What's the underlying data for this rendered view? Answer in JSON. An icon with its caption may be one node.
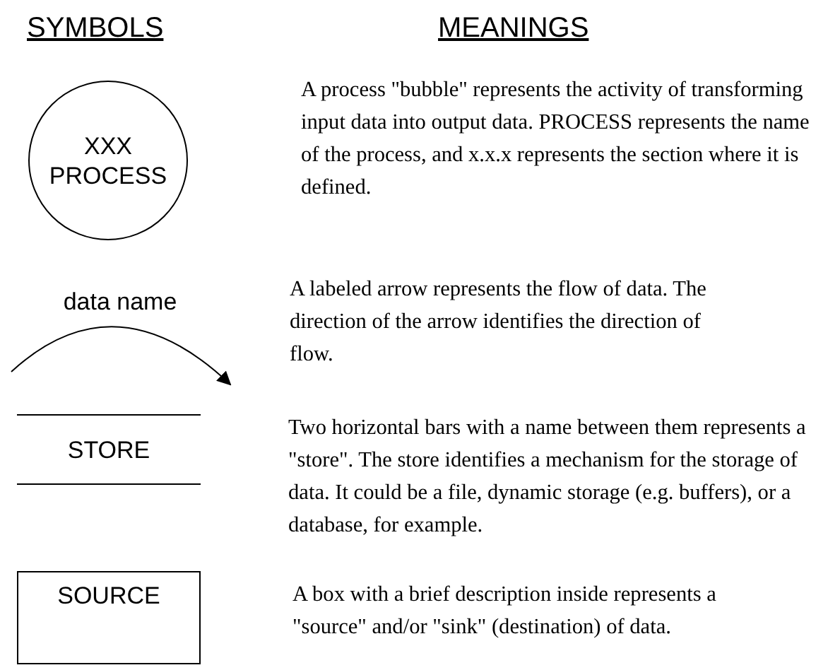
{
  "diagram": {
    "nodes": [
      {
        "text": [
          "XXX PROCESS"
        ]
      },
      {
        "text": [
          "STORE"
        ]
      },
      {
        "text": [
          "SOURCE"
        ]
      }
    ],
    "labels": [
      "SYMBOLS",
      "MEANINGS",
      "A process \"bubble\" represents the activity of transforming input data into output data. PROCESS represents the name of the process, and x.x.x represents the section where it is defined.",
      "data name",
      "A labeled arrow represents the flow of data. The direction of the arrow identifies the direction of flow.",
      "Two horizontal bars with a name between them represents a \"store\". The store identifies a mechanism for the storage of data. It could be a file, dynamic storage (e.g. buffers), or a database, for example.",
      "A box with a brief description inside represents a \"source\" and/or \"sink\" (destination) of data."
    ]
  }
}
